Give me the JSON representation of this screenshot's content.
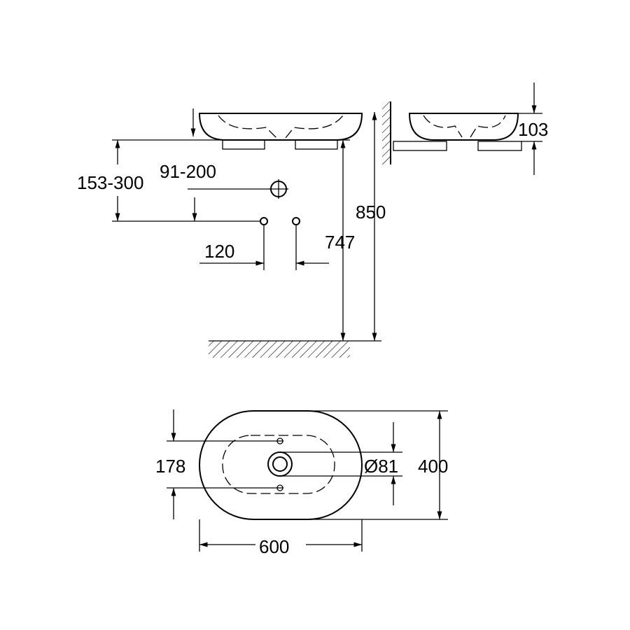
{
  "dimensions": {
    "mount_height_range": "153-300",
    "tap_hole_range": "91-200",
    "total_height": "850",
    "fixing_spacing": "120",
    "support_height": "747",
    "basin_height": "103",
    "fixing_distance": "178",
    "drain_diameter": "Ø81",
    "basin_depth": "400",
    "basin_width": "600"
  }
}
